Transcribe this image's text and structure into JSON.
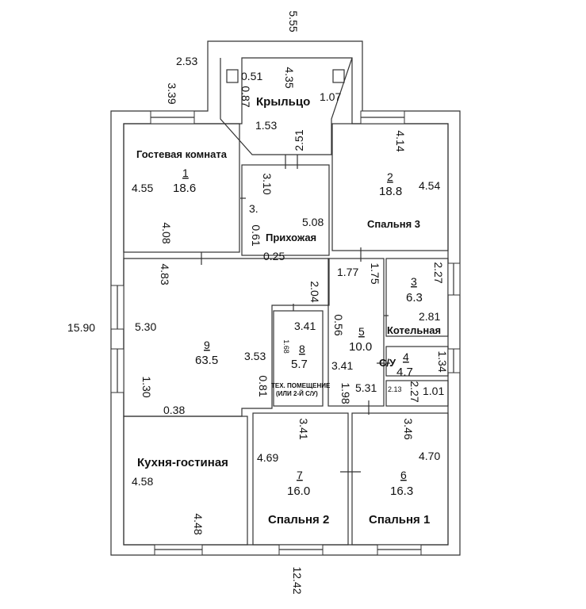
{
  "overall_dims": {
    "total_width": "12.42",
    "total_height": "15.90",
    "porch_width": "5.55",
    "porch_wall_a": "2.53",
    "porch_wall_b": "3.39"
  },
  "porch": {
    "name": "Крыльцо",
    "dims": [
      "0.51",
      "4.35",
      "0.87",
      "1.07",
      "1.53",
      "2.51"
    ]
  },
  "rooms": [
    {
      "key": "guest",
      "number": "1",
      "name": "Гостевая комната",
      "area": "18.6",
      "dims": [
        "4.55",
        "4.08"
      ]
    },
    {
      "key": "bedroom3",
      "number": "2",
      "name": "Спальня 3",
      "area": "18.8",
      "dims": [
        "4.14",
        "4.54"
      ]
    },
    {
      "key": "boiler",
      "number": "3",
      "name": "Котельная",
      "area": "6.3",
      "dims": [
        "2.27",
        "2.81"
      ]
    },
    {
      "key": "wc",
      "number": "4",
      "name": "С/У",
      "area": "4.7",
      "dims": [
        "1.34",
        "2.27",
        "2.13",
        "1.01"
      ]
    },
    {
      "key": "hall",
      "number": "5",
      "name": "",
      "area": "10.0",
      "dims": [
        "1.77",
        "1.75",
        "0.56",
        "3.41",
        "1.98",
        "5.31"
      ]
    },
    {
      "key": "bedroom1",
      "number": "6",
      "name": "Спальня 1",
      "area": "16.3",
      "dims": [
        "3.46",
        "4.70"
      ]
    },
    {
      "key": "bedroom2",
      "number": "7",
      "name": "Спальня 2",
      "area": "16.0",
      "dims": [
        "3.41",
        "4.69"
      ]
    },
    {
      "key": "tech",
      "number": "8",
      "name": "ТЕХ. ПОМЕЩЕНИЕ",
      "name2": "(ИЛИ 2-Й С/У)",
      "area": "5.7",
      "dims": [
        "3.41",
        "1.68"
      ]
    },
    {
      "key": "living",
      "number": "9",
      "name": "Кухня-гостиная",
      "area": "63.5",
      "dims": [
        "4.83",
        "5.30",
        "1.30",
        "0.38",
        "3.53",
        "0.81",
        "4.58",
        "4.48"
      ]
    }
  ],
  "entry_hall": {
    "name": "Прихожая",
    "dims": [
      "3.10",
      "3.",
      "5.08",
      "0.61",
      "0.25",
      "2.04"
    ]
  }
}
